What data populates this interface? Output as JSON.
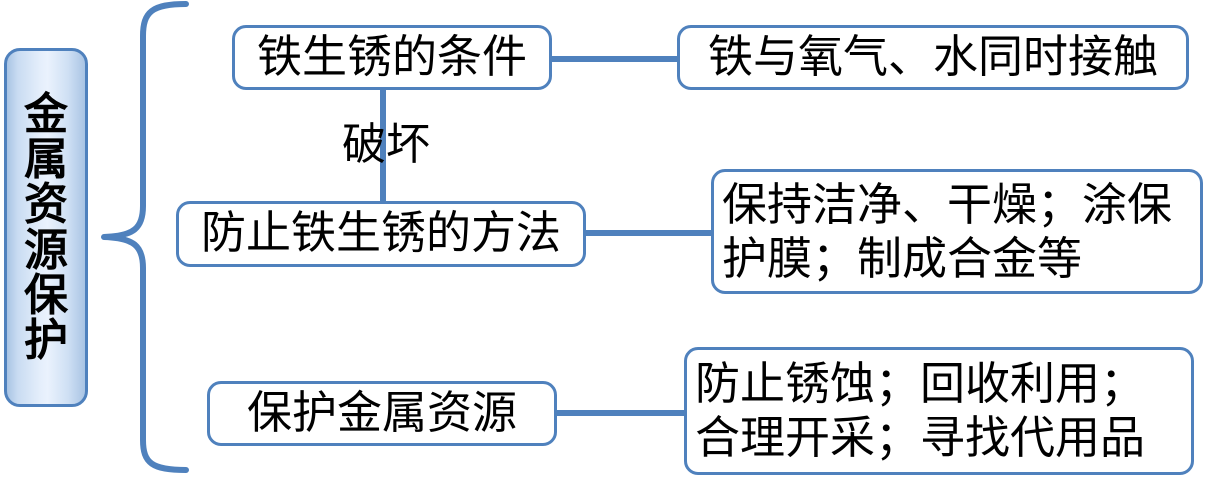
{
  "diagram": {
    "title": "金属资源保护",
    "accent_color": "#4f81bd",
    "text_color": "#000000",
    "background_color": "#ffffff",
    "root": {
      "label": "金属资源保护",
      "orientation": "vertical-stacked",
      "fill_light": "#eaf2fd",
      "fill_edge": "#a9c4e4"
    },
    "edge_labels": {
      "destroy": "破坏"
    },
    "branches": [
      {
        "id": "rust-conditions",
        "label": "铁生锈的条件",
        "detail": "铁与氧气、水同时接触"
      },
      {
        "id": "prevent-rust-methods",
        "label": "防止铁生锈的方法",
        "detail": "保持洁净、干燥；涂保\n护膜；制成合金等"
      },
      {
        "id": "protect-metal-resources",
        "label": "保护金属资源",
        "detail": "防止锈蚀；回收利用；\n合理开采；寻找代用品"
      }
    ]
  }
}
